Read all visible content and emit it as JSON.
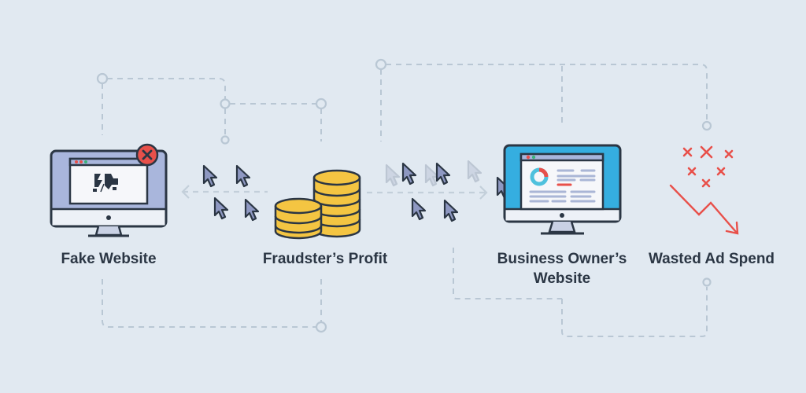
{
  "diagram": {
    "nodes": [
      {
        "id": "fake-website",
        "label": "Fake Website",
        "icon": "broken-monitor-icon",
        "badge": "error-x-badge"
      },
      {
        "id": "fraudster-profit",
        "label": "Fraudster’s Profit",
        "icon": "coin-stacks-icon"
      },
      {
        "id": "business-website",
        "label_line1": "Business Owner’s",
        "label_line2": "Website",
        "icon": "monitor-dashboard-icon"
      },
      {
        "id": "wasted-ad-spend",
        "label": "Wasted Ad Spend",
        "icon": "declining-chart-icon"
      }
    ],
    "flows": [
      {
        "from": "fraudster-profit",
        "to": "fake-website",
        "style": "dashed-arrow-left"
      },
      {
        "from": "fraudster-profit",
        "to": "business-website",
        "style": "dashed-arrow-right"
      }
    ],
    "click_cursors": {
      "left_group": 4,
      "right_group": 8
    },
    "colors": {
      "background": "#e1e9f1",
      "connector": "#b9c7d4",
      "outline": "#2b3644",
      "fake_screen": "#a9b6dc",
      "business_screen": "#35aee0",
      "coin": "#f4c542",
      "error": "#e8504a",
      "cursor": "#8e98c2"
    }
  }
}
